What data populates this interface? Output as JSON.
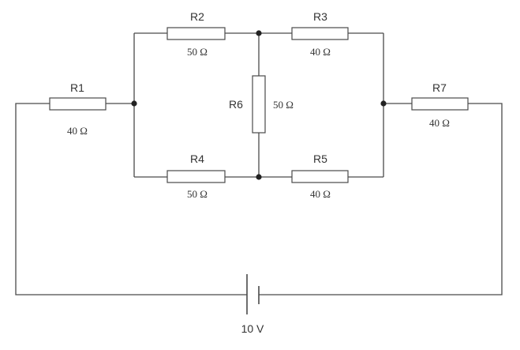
{
  "resistors": {
    "r1": {
      "name": "R1",
      "value": "40 Ω"
    },
    "r2": {
      "name": "R2",
      "value": "50 Ω"
    },
    "r3": {
      "name": "R3",
      "value": "40 Ω"
    },
    "r4": {
      "name": "R4",
      "value": "50 Ω"
    },
    "r5": {
      "name": "R5",
      "value": "40 Ω"
    },
    "r6": {
      "name": "R6",
      "value": "50 Ω"
    },
    "r7": {
      "name": "R7",
      "value": "40 Ω"
    }
  },
  "source": {
    "label": "10 V"
  }
}
